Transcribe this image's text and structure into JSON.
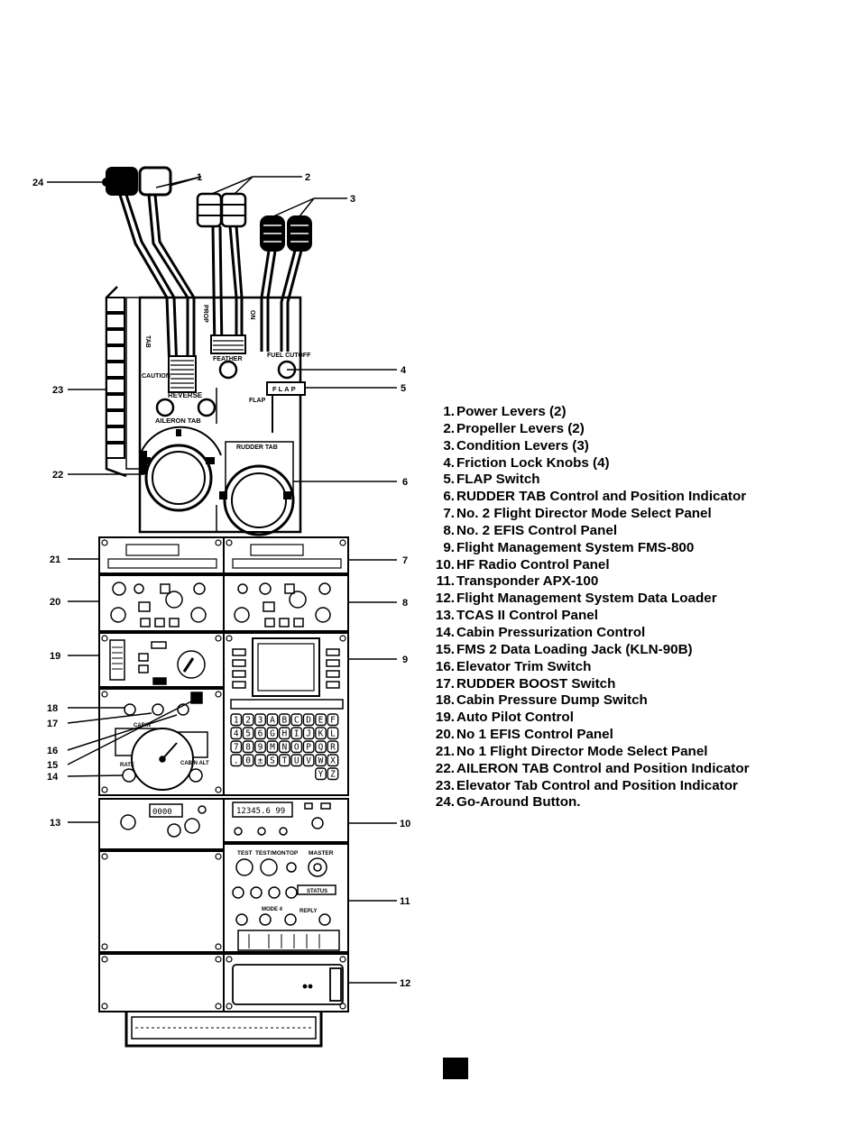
{
  "callouts": [
    "1",
    "2",
    "3",
    "4",
    "5",
    "6",
    "7",
    "8",
    "9",
    "10",
    "11",
    "12",
    "13",
    "14",
    "15",
    "16",
    "17",
    "18",
    "19",
    "20",
    "21",
    "22",
    "23",
    "24"
  ],
  "legend": [
    {
      "num": "1.",
      "text": "Power Levers (2)"
    },
    {
      "num": "2.",
      "text": "Propeller Levers (2)"
    },
    {
      "num": "3.",
      "text": "Condition Levers (3)"
    },
    {
      "num": "4.",
      "text": "Friction Lock Knobs (4)"
    },
    {
      "num": "5.",
      "text": "FLAP Switch"
    },
    {
      "num": "6.",
      "text": "RUDDER TAB Control and Position Indicator"
    },
    {
      "num": "7.",
      "text": "No. 2 Flight Director Mode Select Panel"
    },
    {
      "num": "8.",
      "text": "No. 2 EFIS Control Panel"
    },
    {
      "num": "9.",
      "text": "Flight Management System  FMS-800"
    },
    {
      "num": "10.",
      "text": "HF Radio Control Panel"
    },
    {
      "num": "11.",
      "text": "Transponder APX-100"
    },
    {
      "num": "12.",
      "text": "Flight Management System Data Loader"
    },
    {
      "num": "13.",
      "text": "TCAS II Control Panel"
    },
    {
      "num": "14.",
      "text": "Cabin Pressurization Control"
    },
    {
      "num": "15.",
      "text": "FMS 2 Data Loading Jack (KLN-90B)"
    },
    {
      "num": "16.",
      "text": "Elevator Trim Switch"
    },
    {
      "num": "17.",
      "text": "RUDDER BOOST Switch"
    },
    {
      "num": "18.",
      "text": "Cabin Pressure Dump Switch"
    },
    {
      "num": "19.",
      "text": "Auto Pilot Control"
    },
    {
      "num": "20.",
      "text": "No 1 EFIS Control Panel"
    },
    {
      "num": "21.",
      "text": "No 1 Flight Director Mode Select Panel"
    },
    {
      "num": "22.",
      "text": "AILERON TAB Control and Position Indicator"
    },
    {
      "num": "23.",
      "text": "Elevator Tab Control and Position Indicator"
    },
    {
      "num": "24.",
      "text": "Go-Around Button."
    }
  ],
  "console_labels": {
    "reverse": "REVERSE",
    "caution": "CAUTION",
    "aileron_tab": "AILERON TAB",
    "rudder_tab": "RUDDER TAB",
    "feather": "FEATHER",
    "fuel_cutoff": "FUEL CUTOFF",
    "flap": "FLAP",
    "flap_switch": "FLAP",
    "prop": "PROP",
    "on": "ON",
    "tab": "TAB",
    "rate": "RATE",
    "cabin": "CABIN",
    "cabin_alt": "CABIN ALT",
    "hf_display": "12345.6  99",
    "test": "TEST",
    "test_mon": "TEST/MON",
    "top": "TOP",
    "master": "MASTER",
    "status": "STATUS",
    "mode4": "MODE 4",
    "reply": "REPLY",
    "tcas_display": "0000",
    "fms_keys": [
      "1",
      "2",
      "3",
      "A",
      "B",
      "C",
      "D",
      "E",
      "F",
      "4",
      "5",
      "6",
      "G",
      "H",
      "I",
      "J",
      "K",
      "L",
      "7",
      "8",
      "9",
      "M",
      "N",
      "O",
      "P",
      "Q",
      "R",
      ".",
      "0",
      "±",
      "S",
      "T",
      "U",
      "V",
      "W",
      "X",
      "Y",
      "Z"
    ]
  },
  "colors": {
    "ink": "#000000",
    "paper": "#ffffff"
  }
}
